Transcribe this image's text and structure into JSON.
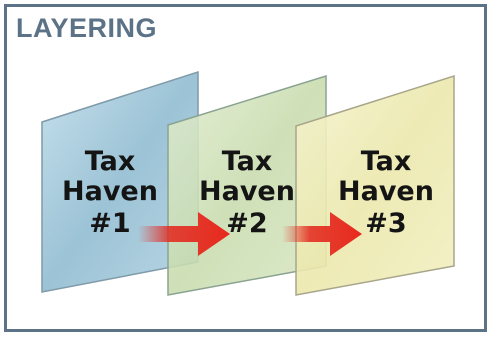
{
  "title": "LAYERING",
  "panels": [
    {
      "line1": "Tax",
      "line2": "Haven",
      "line3": "#1",
      "color": "#9dc3d6"
    },
    {
      "line1": "Tax",
      "line2": "Haven",
      "line3": "#2",
      "color": "#cfe0b4"
    },
    {
      "line1": "Tax",
      "line2": "Haven",
      "line3": "#3",
      "color": "#ecebb0"
    }
  ],
  "colors": {
    "border": "#5b7287",
    "arrow": "#e3261c",
    "panel_edge": "#7f9aa8"
  },
  "icons": [
    "right-arrow-icon",
    "right-arrow-icon"
  ]
}
